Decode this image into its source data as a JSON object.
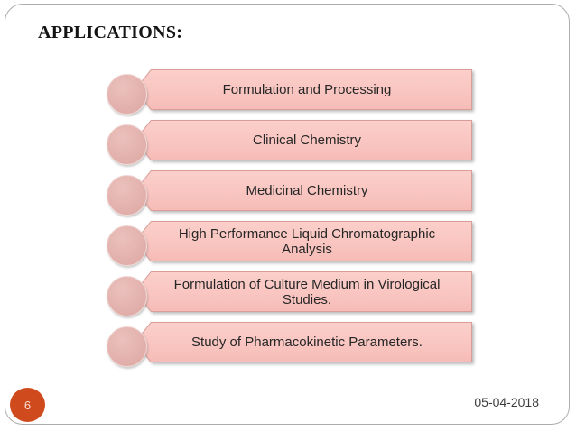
{
  "slide": {
    "title": "APPLICATIONS:",
    "items": [
      "Formulation and Processing",
      "Clinical Chemistry",
      "Medicinal Chemistry",
      "High Performance Liquid Chromatographic Analysis",
      "Formulation of Culture Medium in Virological Studies.",
      "Study of Pharmacokinetic Parameters."
    ],
    "footer": {
      "page_number": "6",
      "date": "05-04-2018"
    },
    "colors": {
      "item_bar_fill": "#F9C5C0",
      "item_bar_border": "#D99D97",
      "bullet_circle_fill": "#E1AEAA",
      "page_badge_background": "#CF4A1D",
      "page_badge_text": "#F6E0D5",
      "item_text": "#262626",
      "date_text": "#3C3C3C",
      "slide_border": "#ACACAC"
    }
  }
}
